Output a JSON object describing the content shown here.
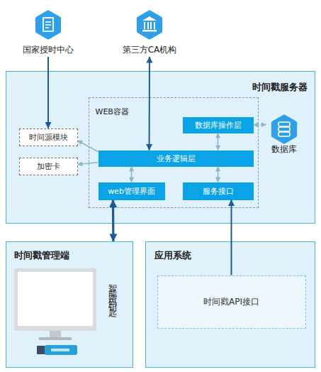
{
  "diagram": {
    "nodes": [
      {
        "text": [
          "国家授时中心"
        ]
      },
      {
        "text": [
          "第三方CA机构"
        ]
      },
      {
        "text": [
          "时间戳服务器"
        ]
      },
      {
        "text": [
          "时间源模块"
        ],
        "in": 2
      },
      {
        "text": [
          "WEB容器"
        ],
        "in": 2
      },
      {
        "text": [
          "数据库操作层"
        ],
        "in": 4
      },
      {
        "text": [
          "数据库"
        ],
        "in": 2
      },
      {
        "text": [
          "加密卡"
        ],
        "in": 2
      },
      {
        "text": [
          "业务逻辑层"
        ],
        "in": 4
      },
      {
        "text": [
          "web管理界面"
        ],
        "in": 4
      },
      {
        "text": [
          "服务接口"
        ],
        "in": 4
      },
      {
        "text": [
          "时间戳管理端"
        ]
      },
      {
        "text": [
          "应用系统"
        ]
      },
      {
        "text": [
          "时间戳API接口"
        ],
        "in": 12
      }
    ],
    "edges": [
      {
        "from": 0,
        "to": 3,
        "arrow": "to"
      },
      {
        "from": 1,
        "to": 8,
        "arrow": "both"
      },
      {
        "from": 8,
        "to": 3,
        "arrow": "to"
      },
      {
        "from": 8,
        "to": 7,
        "arrow": "to"
      },
      {
        "from": 5,
        "to": 8,
        "arrow": "both"
      },
      {
        "from": 8,
        "to": 9,
        "arrow": "both"
      },
      {
        "from": 8,
        "to": 10,
        "arrow": "both"
      },
      {
        "from": 5,
        "to": 6,
        "arrow": "both"
      },
      {
        "from": 9,
        "to": 11,
        "arrow": "both"
      },
      {
        "from": 13,
        "to": 10,
        "arrow": "to"
      }
    ],
    "labels": [
      "智能密码钥匙"
    ]
  }
}
